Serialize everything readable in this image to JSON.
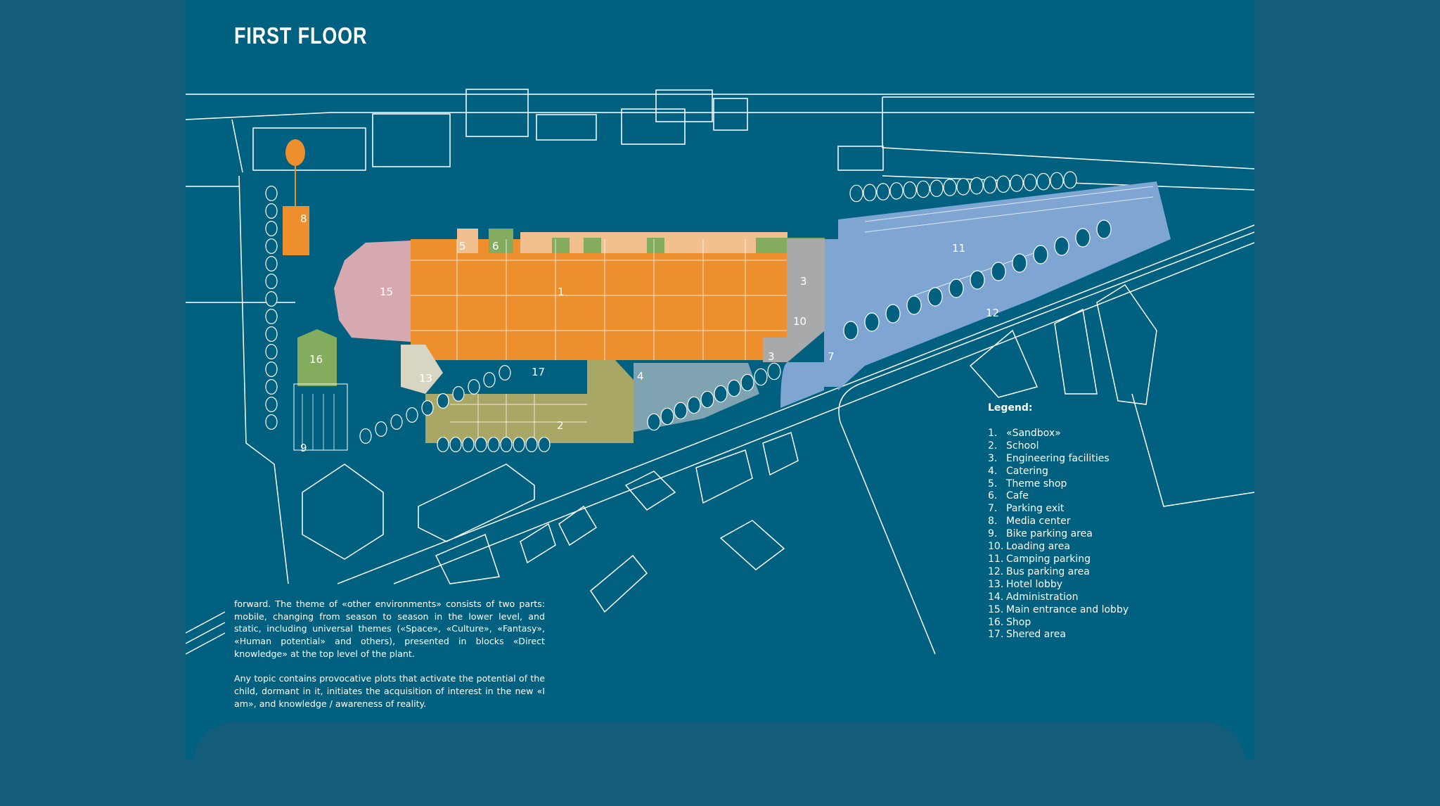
{
  "title": "FIRST FLOOR",
  "map_labels": [
    "1",
    "2",
    "3",
    "3",
    "4",
    "5",
    "6",
    "7",
    "8",
    "9",
    "10",
    "11",
    "12",
    "13",
    "15",
    "16",
    "17"
  ],
  "legend": {
    "heading": "Legend:",
    "items": [
      {
        "num": "1.",
        "label": "«Sandbox»"
      },
      {
        "num": "2.",
        "label": "School"
      },
      {
        "num": "3.",
        "label": "Engineering facilities"
      },
      {
        "num": "4.",
        "label": "Catering"
      },
      {
        "num": "5.",
        "label": "Theme shop"
      },
      {
        "num": "6.",
        "label": "Cafe"
      },
      {
        "num": "7.",
        "label": "Parking exit"
      },
      {
        "num": "8.",
        "label": "Media center"
      },
      {
        "num": "9.",
        "label": "Bike parking area"
      },
      {
        "num": "10.",
        "label": "Loading area"
      },
      {
        "num": "11.",
        "label": "Camping parking"
      },
      {
        "num": "12.",
        "label": "Bus parking area"
      },
      {
        "num": "13.",
        "label": "Hotel lobby"
      },
      {
        "num": "14.",
        "label": "Administration"
      },
      {
        "num": "15.",
        "label": "Main entrance and lobby"
      },
      {
        "num": "16.",
        "label": "Shop"
      },
      {
        "num": "17.",
        "label": "Shered area"
      }
    ]
  },
  "body_text": [
    "forward. The theme of «other environments» consists of two parts: mobile, changing from season to season in the lower level, and static, including universal themes («Space», «Culture», «Fantasy», «Human potential» and others), presented in blocks «Direct knowledge» at the top level of the plant.",
    "Any topic contains provocative plots that activate the potential of the child, dormant in it, initiates the acquisition of interest in the new «I am», and knowledge / awareness of reality."
  ],
  "colors": {
    "background": "#135c7a",
    "panel": "#00607f",
    "sandbox": "#ee8f2e",
    "school": "#a9a766",
    "engineering": "#a7a9ab",
    "catering": "#7fa3b0",
    "parking": "#7fa6d2",
    "entrance": "#d6a9b0",
    "cafe": "#84ac5e",
    "theme_shop": "#f1c08e"
  }
}
